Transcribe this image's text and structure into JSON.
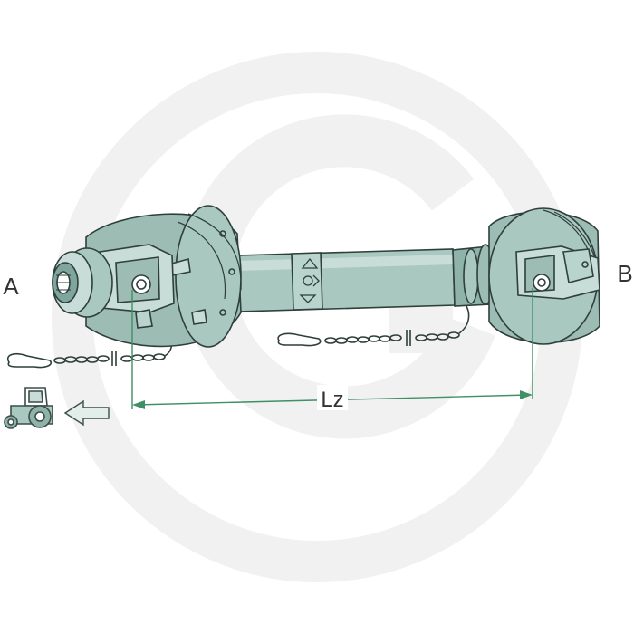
{
  "labels": {
    "end_a": "A",
    "end_b": "B",
    "length": "Lz"
  },
  "colors": {
    "metal": "#a9c8c0",
    "metal_dark": "#7fa69c",
    "metal_light": "#c9ddd8",
    "outline": "#2f3f3b",
    "dimension": "#3f8f67",
    "watermark": "#f0f0f0"
  },
  "icons": {
    "watermark": "brand-watermark-icon",
    "tractor": "tractor-icon",
    "direction": "arrow-left-icon",
    "safety_chain": "chain-icon"
  }
}
